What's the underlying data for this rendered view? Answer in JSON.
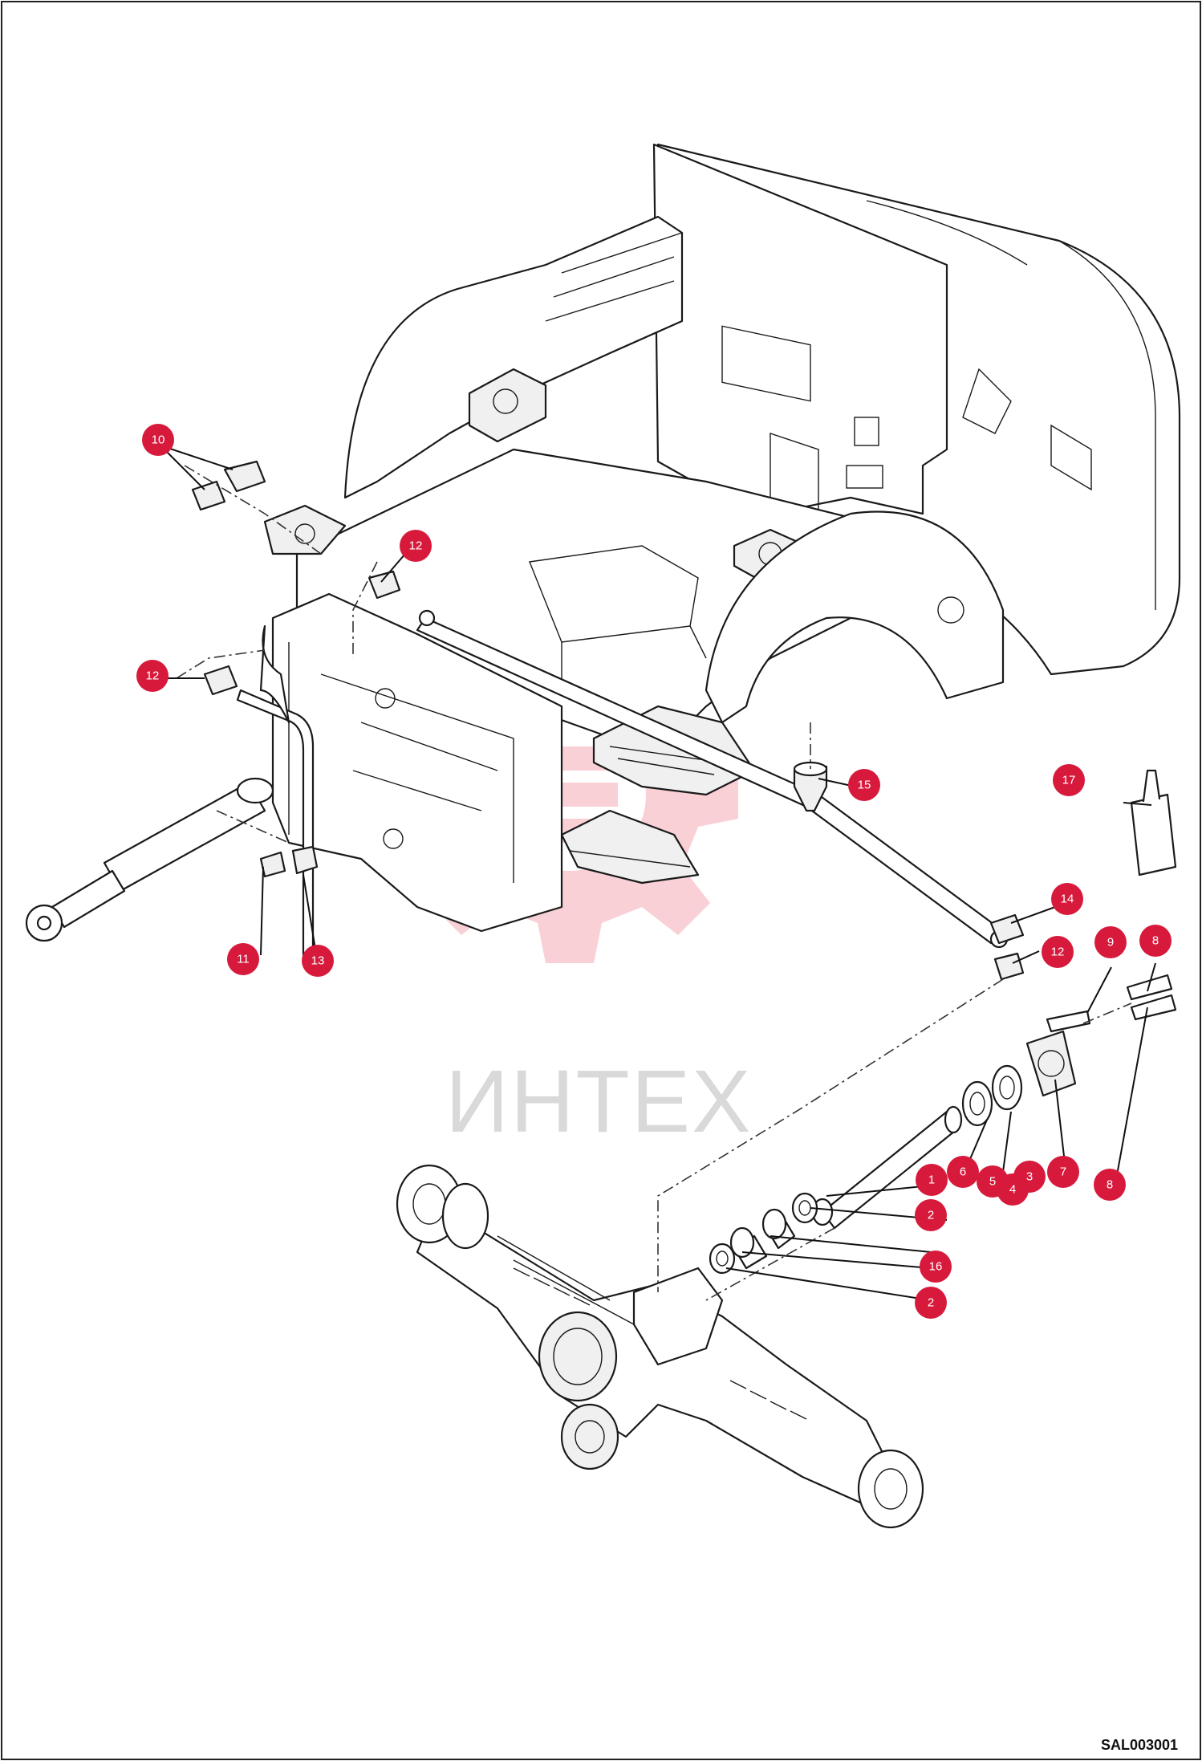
{
  "watermark": {
    "text": "ИНТЕХ"
  },
  "drawing_code": "SAL003001",
  "colors": {
    "callout": "#d71a3c",
    "watermark_gear": "#f7c8cf",
    "watermark_text": "#d9d9d9"
  },
  "callouts": [
    {
      "id": "c10",
      "label": "10"
    },
    {
      "id": "c12a",
      "label": "12"
    },
    {
      "id": "c12b",
      "label": "12"
    },
    {
      "id": "c11",
      "label": "11"
    },
    {
      "id": "c13",
      "label": "13"
    },
    {
      "id": "c15",
      "label": "15"
    },
    {
      "id": "c17",
      "label": "17"
    },
    {
      "id": "c14",
      "label": "14"
    },
    {
      "id": "c12c",
      "label": "12"
    },
    {
      "id": "c9",
      "label": "9"
    },
    {
      "id": "c8a",
      "label": "8"
    },
    {
      "id": "c1",
      "label": "1"
    },
    {
      "id": "c6",
      "label": "6"
    },
    {
      "id": "c5",
      "label": "5"
    },
    {
      "id": "c3",
      "label": "3"
    },
    {
      "id": "c4",
      "label": "4"
    },
    {
      "id": "c7",
      "label": "7"
    },
    {
      "id": "c8b",
      "label": "8"
    },
    {
      "id": "c2a",
      "label": "2"
    },
    {
      "id": "c16",
      "label": "16"
    },
    {
      "id": "c2b",
      "label": "2"
    }
  ]
}
